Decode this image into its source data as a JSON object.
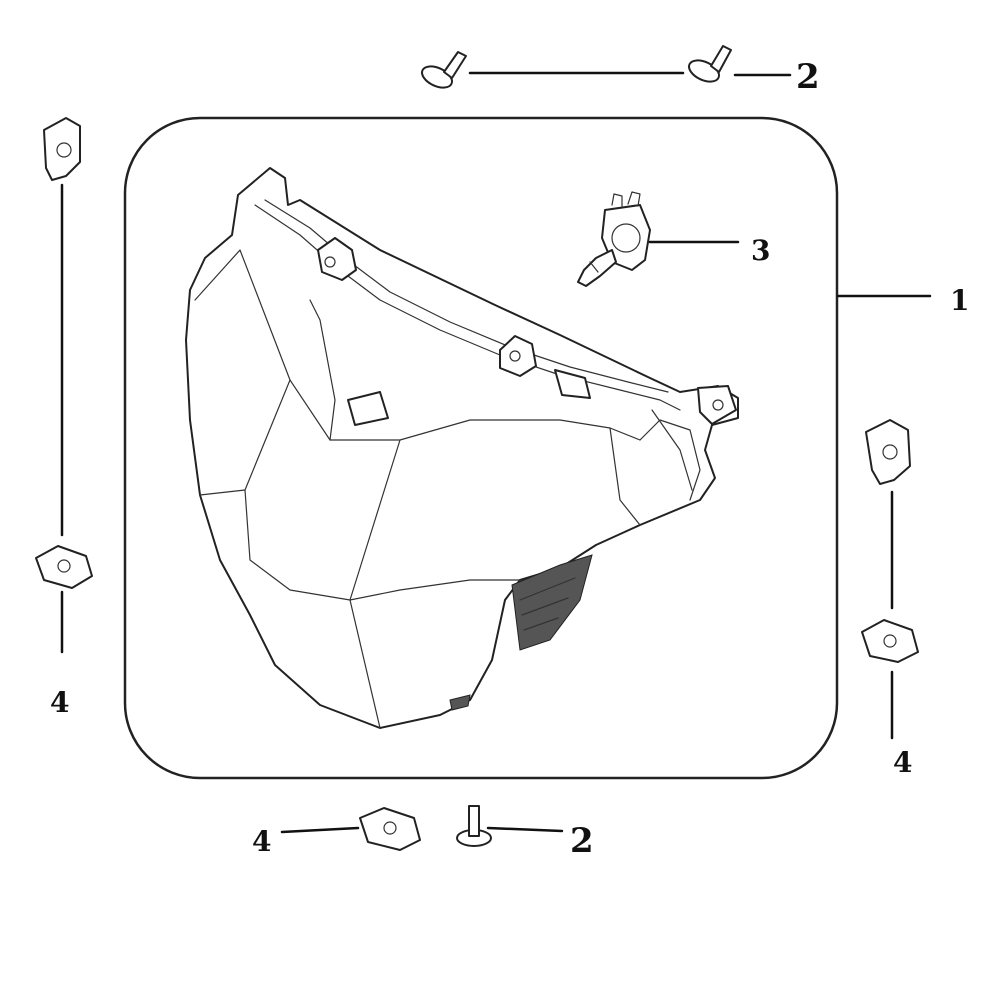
{
  "diagram": {
    "callouts": {
      "headlight_assembly": "1",
      "screw_top": "2",
      "screw_bottom": "2",
      "bulb": "3",
      "clip_left": "4",
      "clip_right": "4",
      "clip_bottom": "4"
    },
    "colors": {
      "line": "#111111",
      "background": "#ffffff",
      "shading": "#555555"
    },
    "icons": [
      "screw-icon",
      "clip-nut-icon",
      "halogen-bulb-icon",
      "headlight-housing-icon"
    ]
  }
}
